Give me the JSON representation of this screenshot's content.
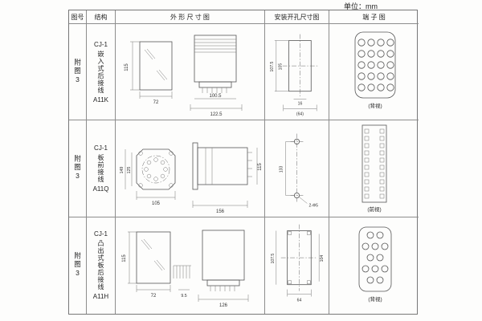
{
  "unit_label": "单位：mm",
  "table": {
    "headers": {
      "figure": "图号",
      "structure": "结构",
      "outline": "外 形 尺 寸 图",
      "mounting": "安装开孔尺寸图",
      "terminal": "端 子 图"
    }
  },
  "rows": [
    {
      "figure": "附图3",
      "structure": {
        "model": "CJ-1",
        "desc": "嵌入式后接线",
        "code": "A11K"
      },
      "outline_dims": {
        "h": "115",
        "w": "72",
        "d1": "100.5",
        "d2": "122.5"
      },
      "mount_dims": {
        "v1": "107.5",
        "v2": "105",
        "h1": "16",
        "h2": "(64)"
      },
      "terminal_label": "(背视)"
    },
    {
      "figure": "附图3",
      "structure": {
        "model": "CJ-1",
        "desc": "板前接线",
        "code": "A11Q"
      },
      "outline_dims": {
        "v1": "149",
        "v2": "125",
        "w": "105",
        "d": "156",
        "h": "115"
      },
      "mount_dims": {
        "v": "133",
        "hole": "2-Φ5"
      },
      "terminal_label": "(前视)"
    },
    {
      "figure": "附图3",
      "structure": {
        "model": "CJ-1",
        "desc": "凸出式板后接线",
        "code": "A11H"
      },
      "outline_dims": {
        "h": "115",
        "w": "72",
        "p": "9.5",
        "d": "126"
      },
      "mount_dims": {
        "v1": "107.5",
        "v2": "104",
        "w": "64"
      },
      "terminal_label": "(背视)"
    }
  ]
}
